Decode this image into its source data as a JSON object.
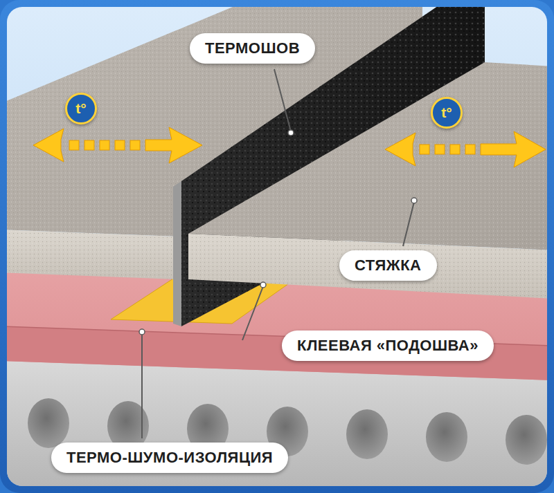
{
  "diagram": {
    "nodes": [
      {
        "text": [
          "ТЕРМОШОВ"
        ]
      },
      {
        "text": [
          "t°"
        ]
      },
      {
        "text": [
          "t°"
        ]
      },
      {
        "text": [
          "СТЯЖКА"
        ]
      },
      {
        "text": [
          "КЛЕЕВАЯ «ПОДОШВА»"
        ]
      },
      {
        "text": [
          "ТЕРМО-ШУМО-ИЗОЛЯЦИЯ"
        ]
      }
    ]
  }
}
